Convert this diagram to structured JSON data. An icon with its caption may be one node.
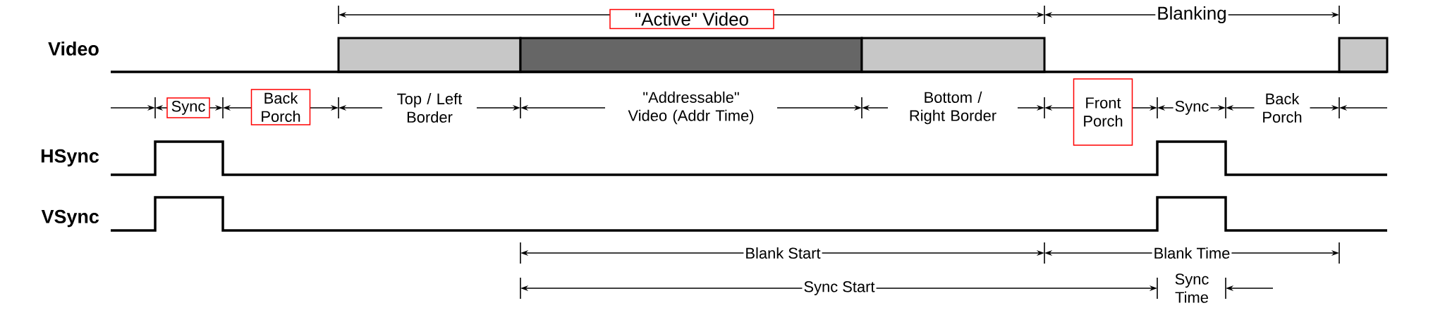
{
  "diagram": {
    "nodes": [
      {
        "text": [
          "\"Active\" Video"
        ]
      },
      {
        "text": [
          "Sync"
        ]
      },
      {
        "text": [
          "Back Porch"
        ]
      },
      {
        "text": [
          "Front Porch"
        ]
      }
    ],
    "labels": [
      "Blanking",
      "Video",
      "Top / Left Border",
      "\"Addressable\" Video (Addr Time)",
      "Bottom / Right Border",
      "Sync",
      "Back Porch",
      "HSync",
      "VSync",
      "Blank Start",
      "Blank Time",
      "Sync Start",
      "Sync Time"
    ]
  }
}
